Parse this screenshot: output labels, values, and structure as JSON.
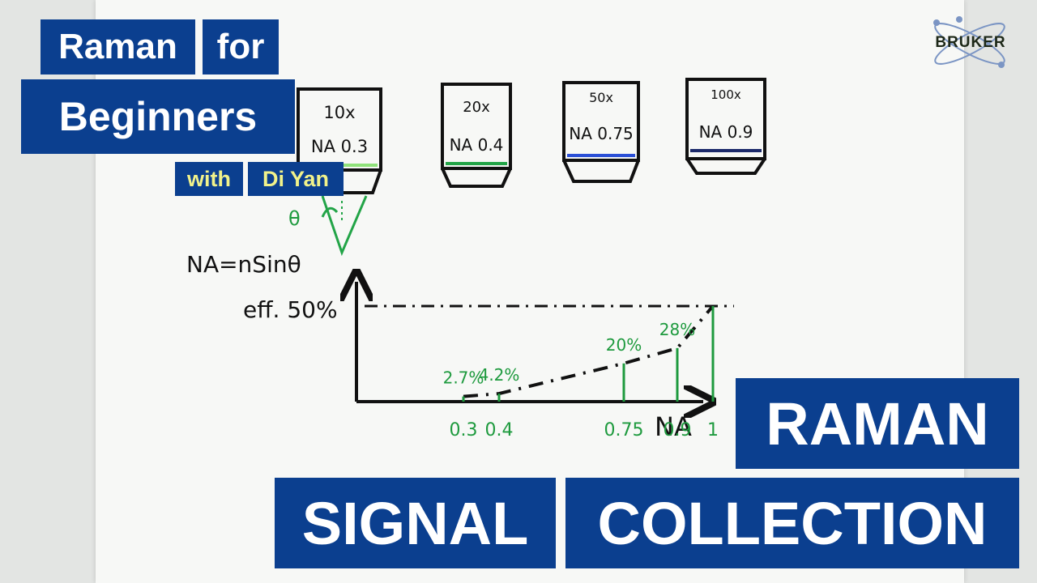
{
  "title_tags": {
    "line1_word1": "Raman",
    "line1_word2": "for",
    "line2": "Beginners",
    "with": "with",
    "presenter": "Di Yan"
  },
  "headline": {
    "word1": "RAMAN",
    "word2": "SIGNAL",
    "word3": "COLLECTION"
  },
  "brand": {
    "logo_text": "BRUKER"
  },
  "objectives": [
    {
      "magnification": "10x",
      "na_label": "NA 0.3",
      "lens_color": "#8fe27a"
    },
    {
      "magnification": "20x",
      "na_label": "NA 0.4",
      "lens_color": "#22a447"
    },
    {
      "magnification": "50x",
      "na_label": "NA 0.75",
      "lens_color": "#2a4fd6"
    },
    {
      "magnification": "100x",
      "na_label": "NA 0.9",
      "lens_color": "#1c2a6b"
    }
  ],
  "formula": "NA=nSinθ",
  "angle_symbol": "θ",
  "chart_data": {
    "type": "line",
    "x": [
      0.3,
      0.4,
      0.75,
      0.9,
      1.0
    ],
    "series": [
      {
        "values": [
          2.7,
          4.2,
          20,
          28,
          50
        ]
      }
    ],
    "data_labels": [
      "2.7%",
      "4.2%",
      "20%",
      "28%"
    ],
    "x_tick_labels": [
      "0.3",
      "0.4",
      "0.75",
      "0.9",
      "1"
    ],
    "xlabel": "NA",
    "ylabel": "eff. 50%",
    "xlim": [
      0,
      1.0
    ],
    "ylim": [
      0,
      50
    ],
    "reference_line": 50,
    "grid": false,
    "colors": {
      "markers": "#1e9a3e",
      "curve": "#111111"
    }
  }
}
